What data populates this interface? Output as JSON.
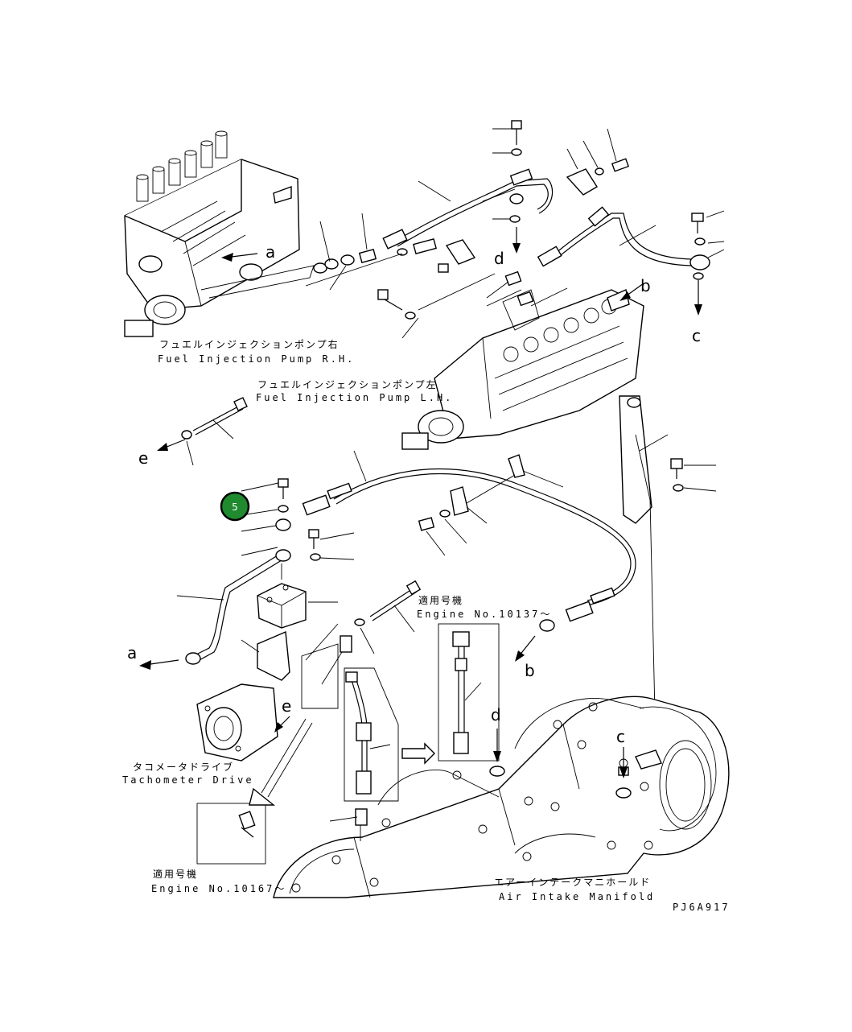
{
  "labels": {
    "pump_rh_jp": "フュエルインジェクションポンプ右",
    "pump_rh_en": "Fuel Injection Pump R.H.",
    "pump_lh_jp": "フュエルインジェクションポンプ左",
    "pump_lh_en": "Fuel Injection Pump L.H.",
    "tacho_jp": "タコメータドライブ",
    "tacho_en": "Tachometer Drive",
    "applicable_1_jp": "適用号機",
    "applicable_1_en": "Engine No.10137～",
    "applicable_2_jp": "適用号機",
    "applicable_2_en": "Engine No.10167～",
    "manifold_jp": "エアーインテークマニホールド",
    "manifold_en": "Air Intake Manifold",
    "drawing_code": "PJ6A917"
  },
  "refs": {
    "a": "a",
    "b": "b",
    "c": "c",
    "d": "d",
    "e": "e"
  },
  "callout": {
    "number": "5",
    "color": "#1f8a2e"
  }
}
